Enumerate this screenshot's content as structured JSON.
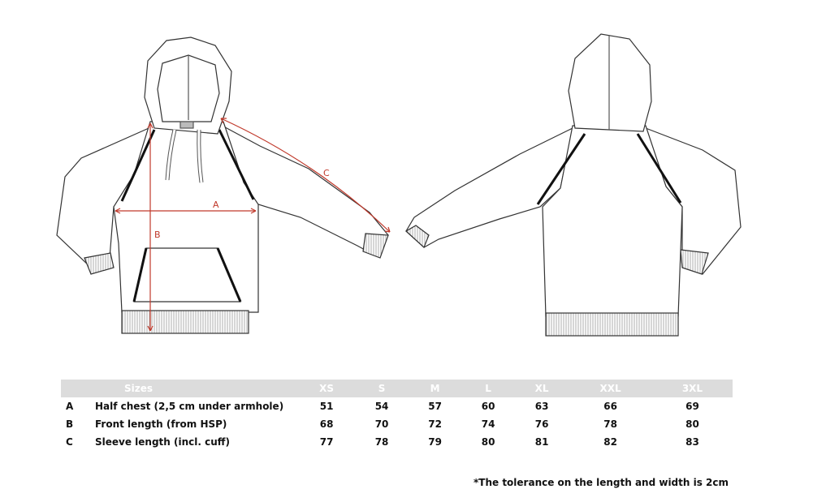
{
  "diagram": {
    "labels": {
      "a": "A",
      "b": "B",
      "c": "C"
    }
  },
  "table": {
    "size_header": "Sizes",
    "sizes": [
      "XS",
      "S",
      "M",
      "L",
      "XL",
      "XXL",
      "3XL"
    ],
    "rows": [
      {
        "code": "A",
        "label": "Half chest (2,5 cm under armhole)",
        "values": [
          "51",
          "54",
          "57",
          "60",
          "63",
          "66",
          "69"
        ]
      },
      {
        "code": "B",
        "label": "Front length (from HSP)",
        "values": [
          "68",
          "70",
          "72",
          "74",
          "76",
          "78",
          "80"
        ]
      },
      {
        "code": "C",
        "label": "Sleeve length (incl. cuff)",
        "values": [
          "77",
          "78",
          "79",
          "80",
          "81",
          "82",
          "83"
        ]
      }
    ]
  },
  "note": "*The tolerance on the length and width is 2cm",
  "colors": {
    "measure": "#c0392b",
    "header_bg": "#dcdcdc",
    "outline": "#333333"
  }
}
